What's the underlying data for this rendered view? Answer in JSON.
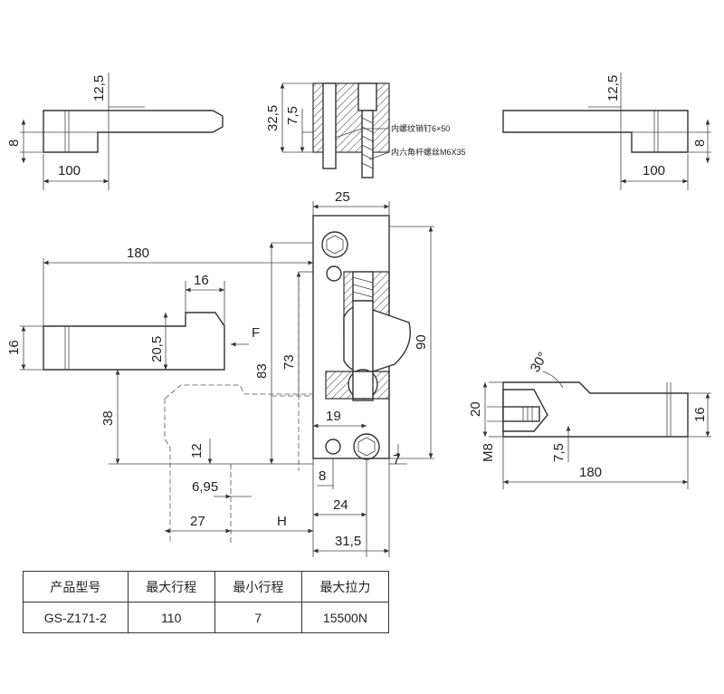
{
  "dimensions": {
    "top_left": {
      "d12_5": "12,5",
      "d8": "8",
      "d100": "100"
    },
    "top_middle": {
      "d32_5": "32,5",
      "d7_5": "7,5"
    },
    "top_right": {
      "d12_5": "12,5",
      "d8": "8",
      "d100": "100"
    },
    "main": {
      "d25": "25",
      "d180": "180",
      "d16": "16",
      "d16_left": "16",
      "d20_5": "20,5",
      "label_F": "F",
      "d83": "83",
      "d73": "73",
      "d90": "90",
      "d38": "38",
      "d19": "19",
      "d12": "12",
      "d7": "7",
      "d8": "8",
      "d6_95": "6,95",
      "d24": "24",
      "d27": "27",
      "label_H": "H",
      "d31_5": "31,5"
    },
    "side": {
      "d30deg": "30°",
      "d20": "20",
      "d16": "16",
      "dM8": "M8",
      "d7_5": "7,5",
      "d180": "180"
    }
  },
  "callouts": {
    "pin": "内螺纹销钉6×50",
    "screw": "内六角杆螺丝M6X35"
  },
  "spec_table": {
    "headers": [
      "产品型号",
      "最大行程",
      "最小行程",
      "最大拉力"
    ],
    "row": [
      "GS-Z171-2",
      "110",
      "7",
      "15500N"
    ]
  }
}
